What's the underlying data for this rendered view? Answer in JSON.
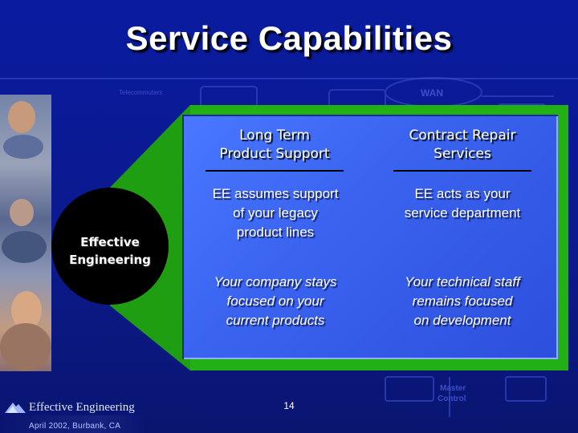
{
  "slide": {
    "title": "Service Capabilities",
    "hub_label_line1": "Effective",
    "hub_label_line2": "Engineering",
    "columns": [
      {
        "heading_line1": "Long Term",
        "heading_line2": "Product Support",
        "benefit_lines": [
          "EE assumes support",
          "of your legacy",
          "product lines"
        ],
        "outcome_lines": [
          "Your company stays",
          "focused on your",
          "current products"
        ]
      },
      {
        "heading_line1": "Contract Repair",
        "heading_line2": "Services",
        "benefit_lines": [
          "EE acts as your",
          "service department"
        ],
        "outcome_lines": [
          "Your technical staff",
          "remains focused",
          "on development"
        ]
      }
    ],
    "background_labels": {
      "telecommuters": "Telecommuters",
      "wan": "WAN",
      "master_control_line1": "Master",
      "master_control_line2": "Control"
    },
    "logo_text": "Effective Engineering",
    "footer": "April 2002,   Burbank, CA",
    "page_number": "14"
  },
  "colors": {
    "background": "#0a1a8c",
    "funnel": "#22b014",
    "panel": "#3a64f0",
    "hub": "#000000",
    "text": "#ffffff"
  },
  "icons": [
    "mountain-logo-icon"
  ]
}
